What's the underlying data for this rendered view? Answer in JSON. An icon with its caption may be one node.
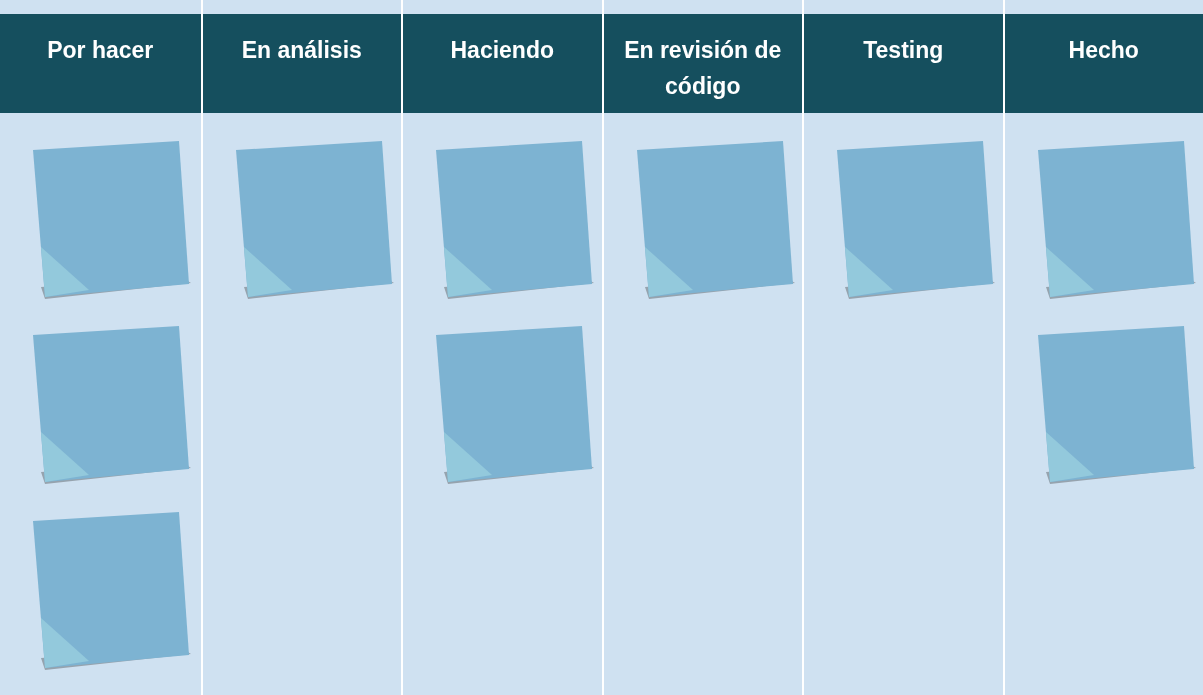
{
  "diagram": {
    "nodes": [
      {
        "text": [
          "Por hacer"
        ]
      },
      {
        "text": [],
        "shape": "box",
        "in": 0
      },
      {
        "text": [],
        "shape": "box",
        "in": 0
      },
      {
        "text": [],
        "shape": "box",
        "in": 0
      },
      {
        "text": [
          "En análisis"
        ]
      },
      {
        "text": [],
        "shape": "box",
        "in": 4
      },
      {
        "text": [
          "Haciendo"
        ]
      },
      {
        "text": [],
        "shape": "box",
        "in": 6
      },
      {
        "text": [],
        "shape": "box",
        "in": 6
      },
      {
        "text": [
          "En revisión de código"
        ]
      },
      {
        "text": [],
        "shape": "box",
        "in": 9
      },
      {
        "text": [
          "Testing"
        ]
      },
      {
        "text": [],
        "shape": "box",
        "in": 11
      },
      {
        "text": [
          "Hecho"
        ]
      },
      {
        "text": [],
        "shape": "box",
        "in": 13
      },
      {
        "text": [],
        "shape": "box",
        "in": 13
      }
    ]
  }
}
